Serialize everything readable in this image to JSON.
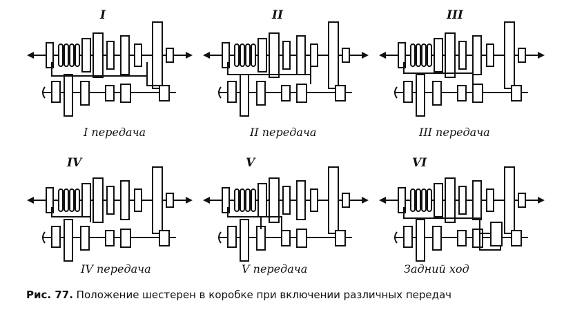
{
  "panels": [
    {
      "numeral": "I",
      "label": "I передача"
    },
    {
      "numeral": "II",
      "label": "II передача"
    },
    {
      "numeral": "III",
      "label": "III передача"
    },
    {
      "numeral": "IV",
      "label": "IV передача"
    },
    {
      "numeral": "V",
      "label": "V передача"
    },
    {
      "numeral": "VI",
      "label": "Задний ход"
    }
  ],
  "caption": {
    "figure_label": "Рис. 77.",
    "text": "Положение шестерен в коробке при включении различных передач"
  }
}
